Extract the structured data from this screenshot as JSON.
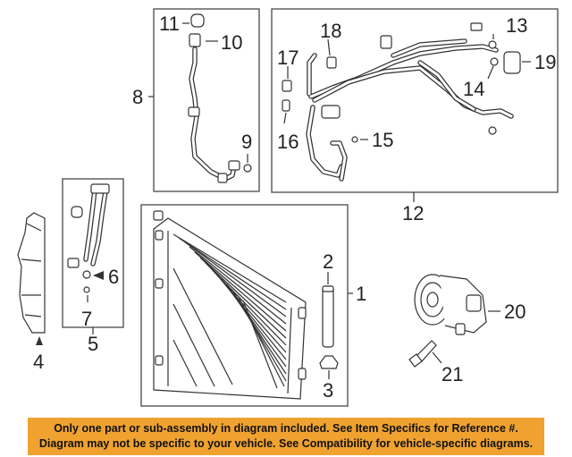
{
  "callouts": {
    "c1": "1",
    "c2": "2",
    "c3": "3",
    "c4": "4",
    "c5": "5",
    "c6": "6",
    "c7": "7",
    "c8": "8",
    "c9": "9",
    "c10": "10",
    "c11": "11",
    "c12": "12",
    "c13": "13",
    "c14": "14",
    "c15": "15",
    "c16": "16",
    "c17": "17",
    "c18": "18",
    "c19": "19",
    "c20": "20",
    "c21": "21"
  },
  "colors": {
    "banner": "#f0a230",
    "line": "#333333"
  },
  "disclaimer": {
    "line1": "Only one part or sub-assembly in diagram included. See Item Specifics for Reference #.",
    "line2": "Diagram may not be specific to your vehicle. See Compatibility for vehicle-specific diagrams."
  }
}
